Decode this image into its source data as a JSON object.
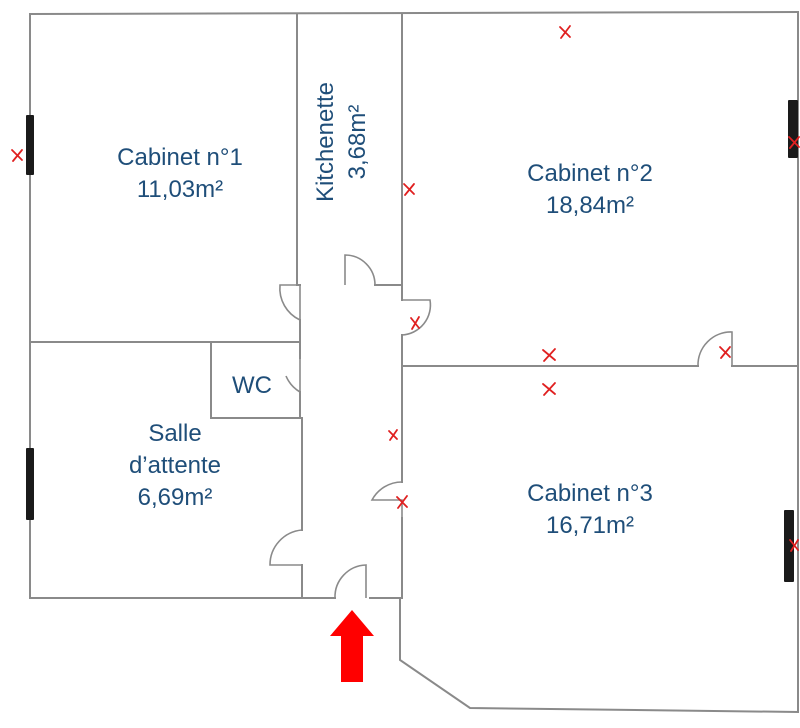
{
  "rooms": {
    "cabinet1": {
      "name": "Cabinet n°1",
      "area": "11,03m²"
    },
    "cabinet2": {
      "name": "Cabinet n°2",
      "area": "18,84m²"
    },
    "cabinet3": {
      "name": "Cabinet n°3",
      "area": "16,71m²"
    },
    "salle": {
      "name_line1": "Salle",
      "name_line2": "d’attente",
      "area": "6,69m²"
    },
    "wc": {
      "name": "WC"
    },
    "kitchenette": {
      "name": "Kitchenette",
      "area": "3,68m²"
    }
  },
  "colors": {
    "wall": "#8a8a8a",
    "label": "#1f4e79",
    "outlet_mark": "#e02020",
    "window": "#1a1a1a",
    "entrance_arrow": "#ff0000"
  },
  "icons": {
    "entrance": "arrow-up-icon",
    "outlet": "x-mark-icon",
    "window": "window-bar-icon"
  }
}
